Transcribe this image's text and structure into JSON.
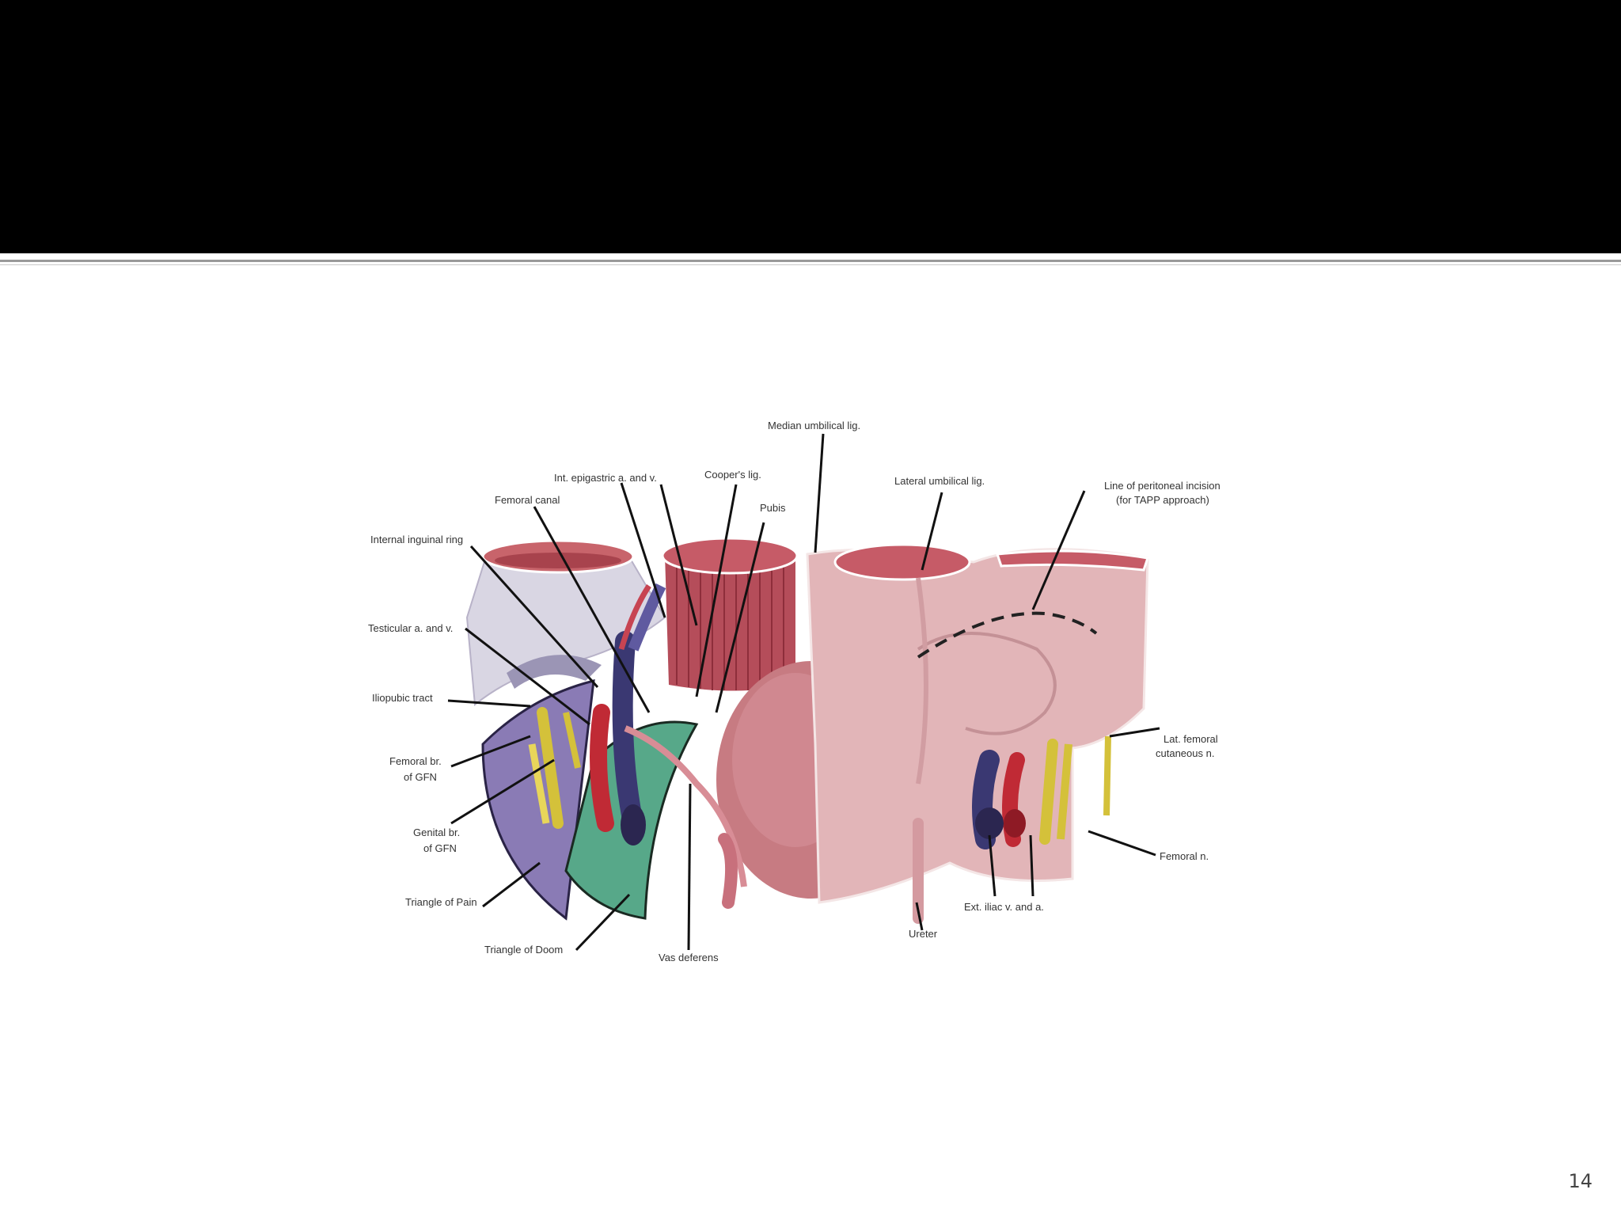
{
  "slide": {
    "page_number": "14"
  },
  "figure": {
    "labels": {
      "median_umbilical": "Median umbilical lig.",
      "int_epigastric": "Int. epigastric a. and v.",
      "coopers": "Cooper's lig.",
      "femoral_canal": "Femoral canal",
      "pubis": "Pubis",
      "lateral_umbilical": "Lateral umbilical lig.",
      "peritoneal_line1": "Line of peritoneal incision",
      "peritoneal_line2": "(for TAPP approach)",
      "internal_ring": "Internal inguinal ring",
      "testicular": "Testicular a. and v.",
      "iliopubic": "Iliopubic tract",
      "femoral_br1": "Femoral br.",
      "femoral_br2": "of GFN",
      "genital_br1": "Genital br.",
      "genital_br2": "of GFN",
      "triangle_pain": "Triangle of Pain",
      "triangle_doom": "Triangle of Doom",
      "vas_deferens": "Vas deferens",
      "ureter": "Ureter",
      "ext_iliac": "Ext. iliac v. and a.",
      "lat_femoral1": "Lat. femoral",
      "lat_femoral2": "cutaneous n.",
      "femoral_n": "Femoral n."
    }
  }
}
